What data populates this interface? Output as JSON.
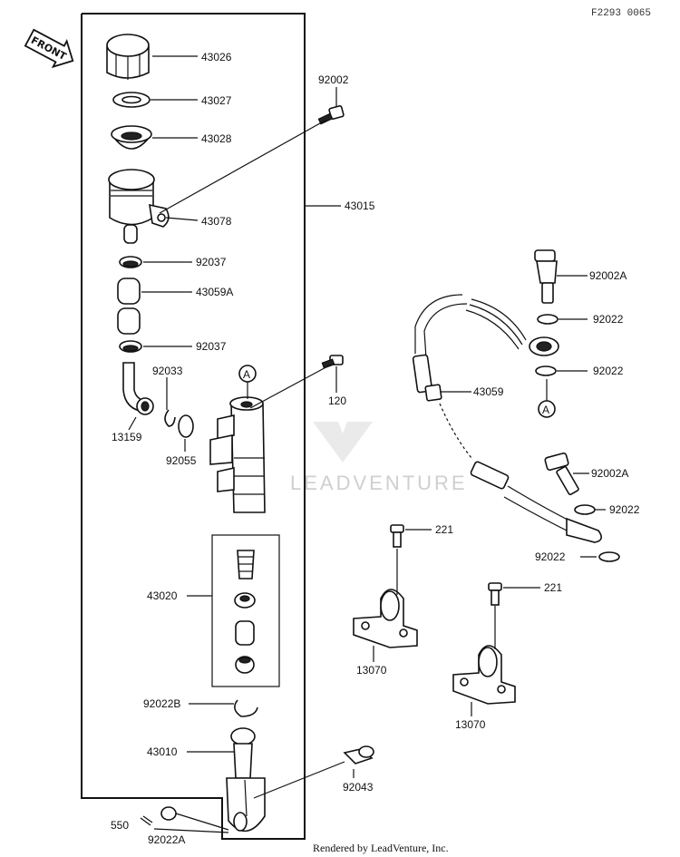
{
  "ref_code": "F2293 0065",
  "front_label": "FRONT",
  "credit": "Rendered by LeadVenture, Inc.",
  "watermark": "LEADVENTURE",
  "callout_marker": "A",
  "labels": {
    "p43026": "43026",
    "p43027": "43027",
    "p43028": "43028",
    "p43078": "43078",
    "p92002": "92002",
    "p43015": "43015",
    "p92037a": "92037",
    "p43059A": "43059A",
    "p92037b": "92037",
    "p92033": "92033",
    "p13159": "13159",
    "p92055": "92055",
    "p120": "120",
    "p43020": "43020",
    "p92022B": "92022B",
    "p43010": "43010",
    "p92043": "92043",
    "p550": "550",
    "p92022A": "92022A",
    "p92002A_1": "92002A",
    "p92022_1": "92022",
    "p92022_2": "92022",
    "p43059": "43059",
    "p92002A_2": "92002A",
    "p92022_3": "92022",
    "p92022_4": "92022",
    "p221_1": "221",
    "p221_2": "221",
    "p13070_1": "13070",
    "p13070_2": "13070"
  }
}
